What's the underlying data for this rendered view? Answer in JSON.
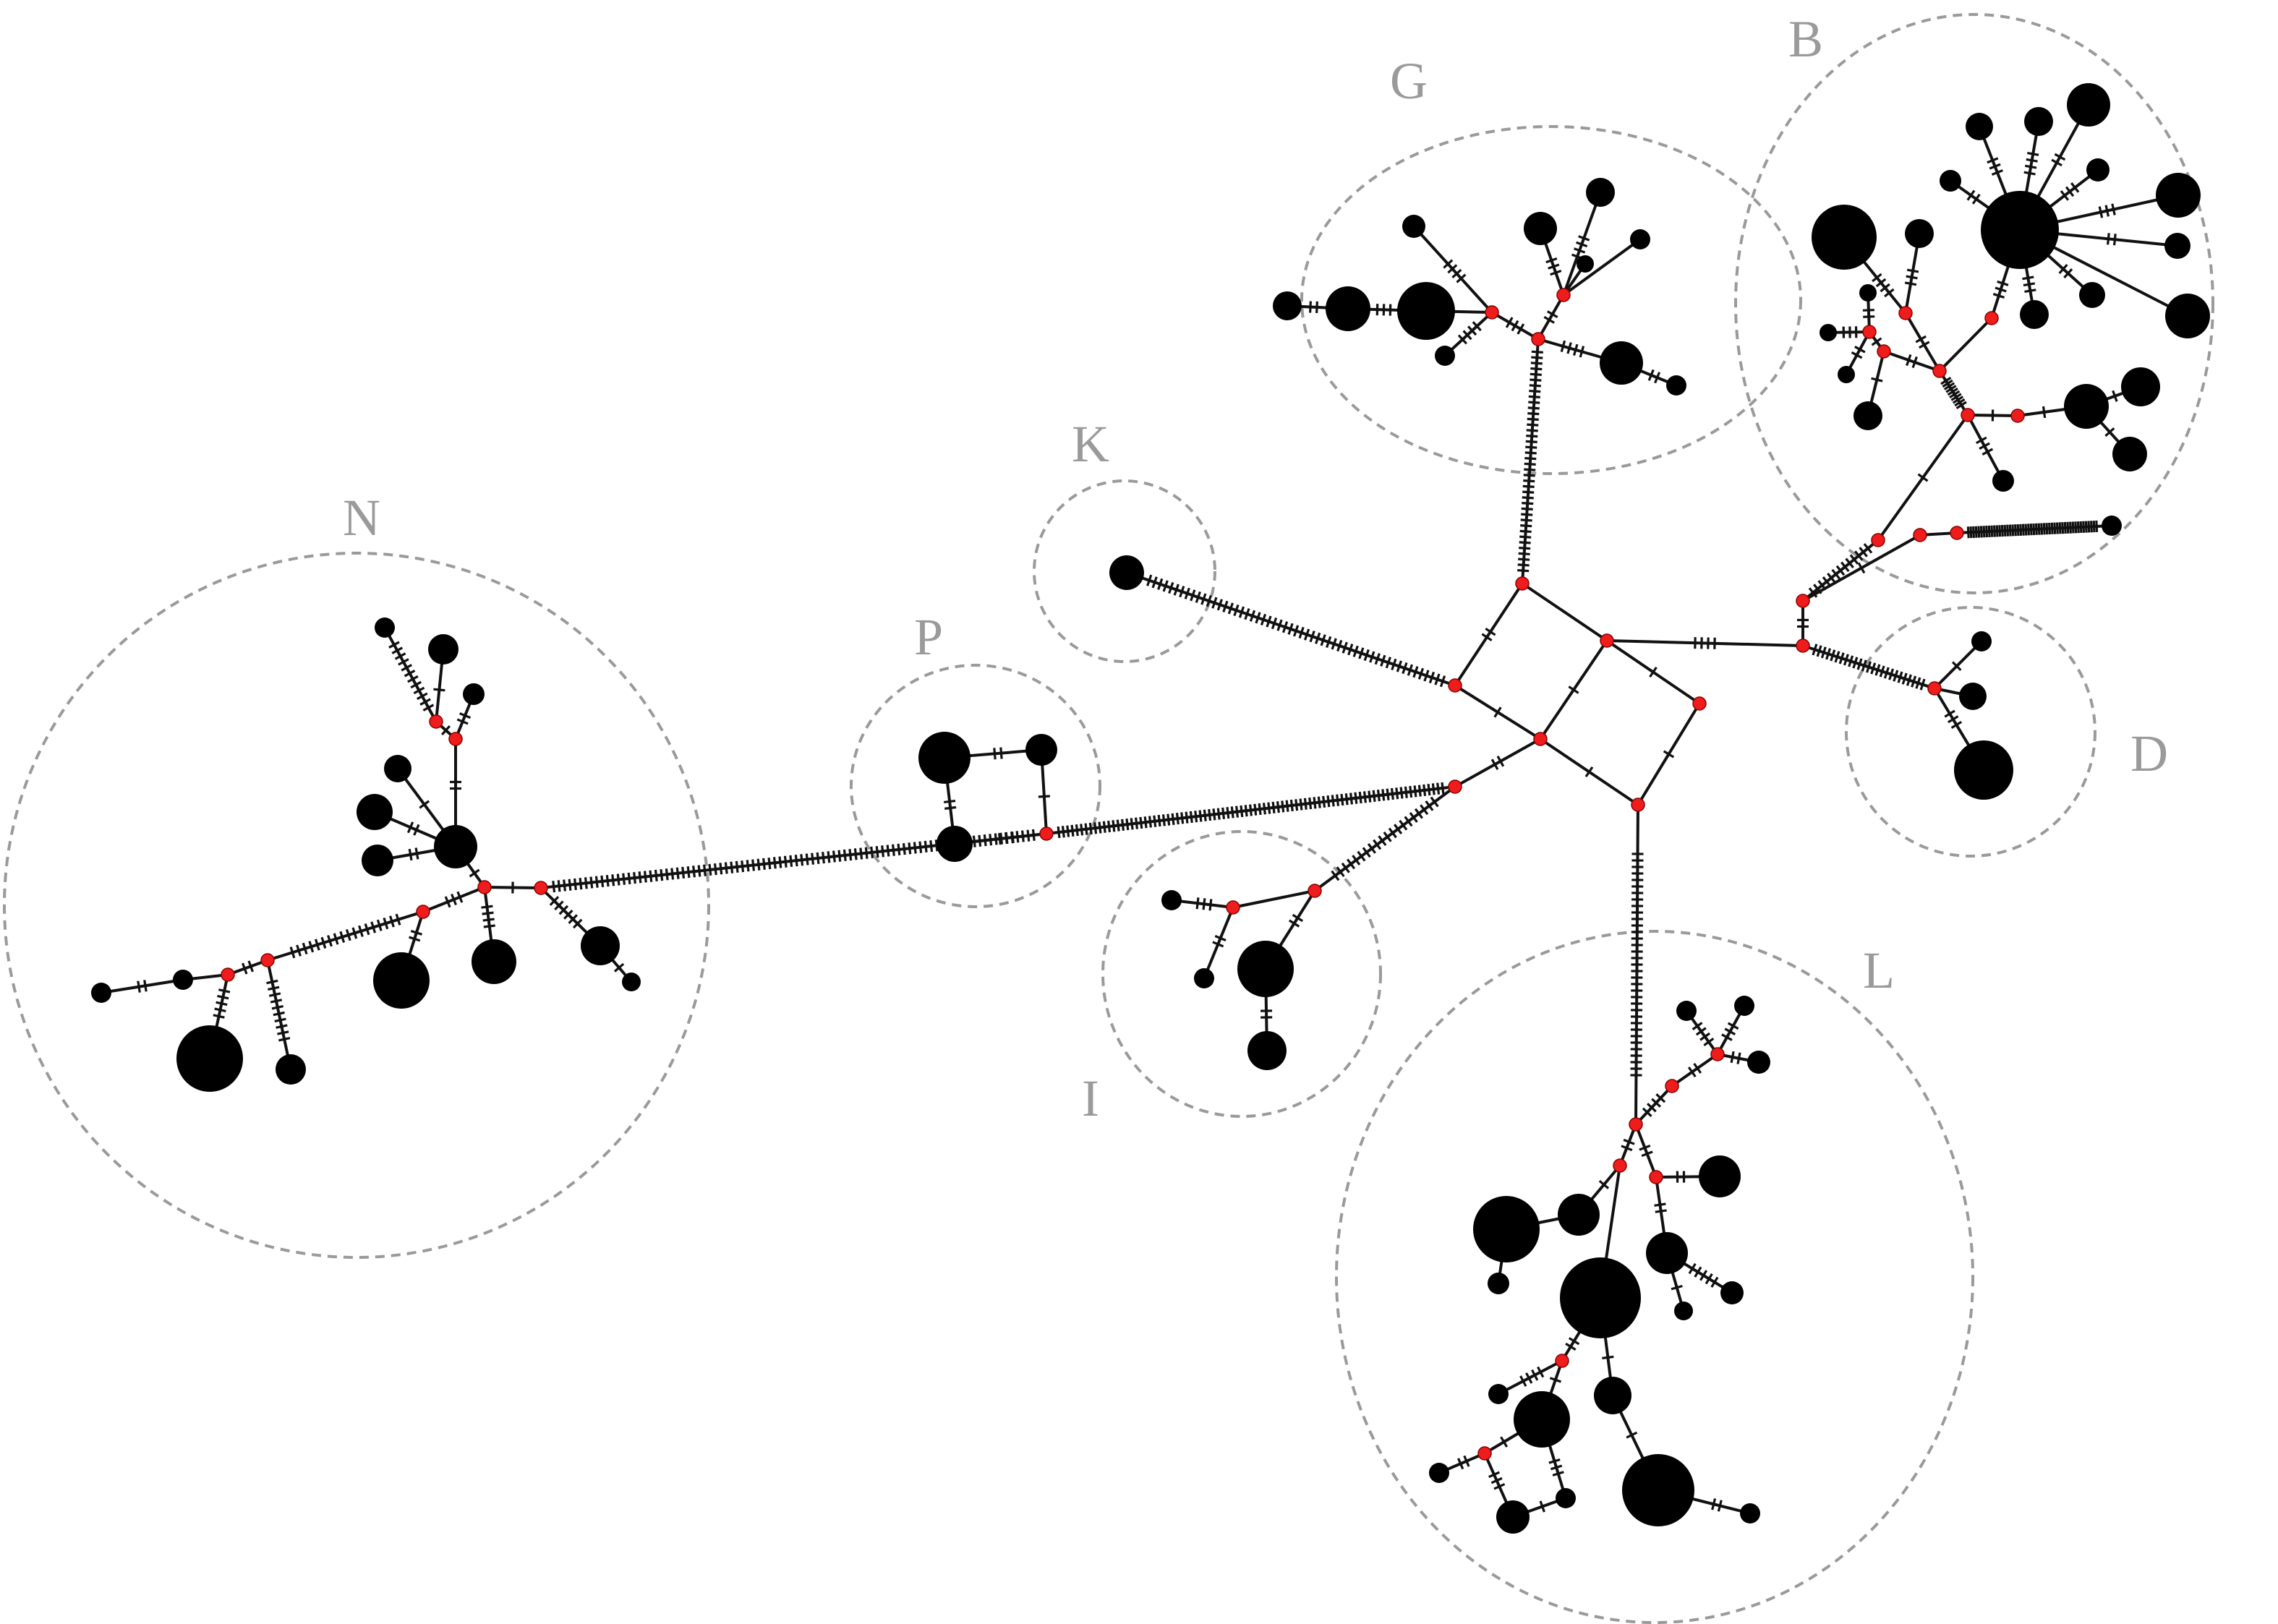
{
  "colors": {
    "haplotype": "#000000",
    "median_vector": "#ee1c1c",
    "group_outline": "#9a9a9a",
    "edge": "#111111"
  },
  "diagram": {
    "type": "haplotype-network",
    "groups": [
      {
        "id": "B",
        "label": "B"
      },
      {
        "id": "G",
        "label": "G"
      },
      {
        "id": "K",
        "label": "K"
      },
      {
        "id": "N",
        "label": "N"
      },
      {
        "id": "P",
        "label": "P"
      },
      {
        "id": "D",
        "label": "D"
      },
      {
        "id": "I",
        "label": "I"
      },
      {
        "id": "L",
        "label": "L"
      }
    ]
  }
}
